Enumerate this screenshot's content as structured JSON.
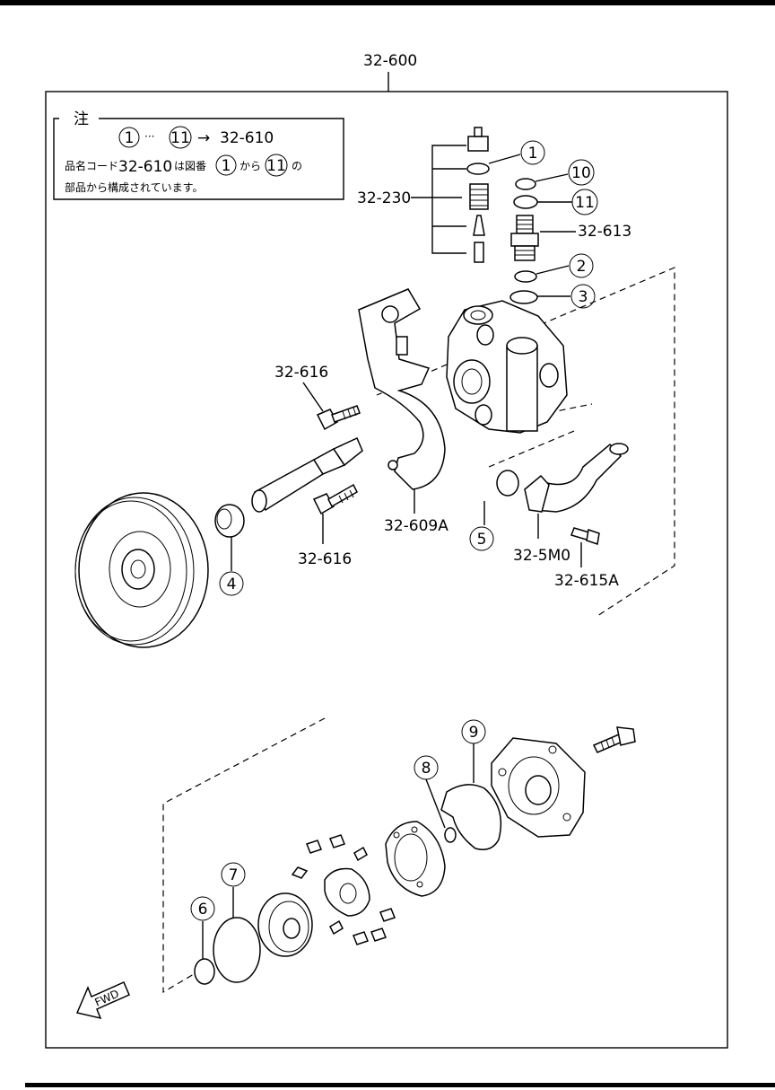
{
  "assembly_code": "32-600",
  "note": {
    "heading": "注",
    "range_line": {
      "from": "1",
      "dots": "···",
      "to": "11",
      "arrow": "→",
      "code": "32-610"
    },
    "line2": {
      "prefix": "品名コード",
      "code": "32-610",
      "mid": "は図番",
      "from": "1",
      "kara": "から",
      "to": "11",
      "no": "の"
    },
    "line3": "部品から構成されています。"
  },
  "part_labels": {
    "p32_230": "32-230",
    "p32_613": "32-613",
    "p32_616_upper": "32-616",
    "p32_616_lower": "32-616",
    "p32_609A": "32-609A",
    "p32_5M0": "32-5M0",
    "p32_615A": "32-615A"
  },
  "callouts": {
    "c1": "1",
    "c2": "2",
    "c3": "3",
    "c4": "4",
    "c5": "5",
    "c6": "6",
    "c7": "7",
    "c8": "8",
    "c9": "9",
    "c10": "10",
    "c11": "11"
  },
  "fwd_label": "FWD"
}
